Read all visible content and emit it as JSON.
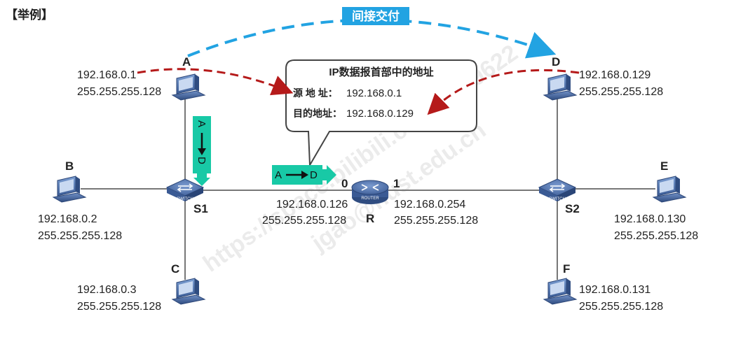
{
  "title": "【举例】",
  "indirect_label": "间接交付",
  "watermark": [
    "https://space.bilibili.com/3509622",
    "jgao@hust.edu.cn"
  ],
  "hosts": {
    "A": {
      "name": "A",
      "ip": "192.168.0.1",
      "mask": "255.255.255.128"
    },
    "B": {
      "name": "B",
      "ip": "192.168.0.2",
      "mask": "255.255.255.128"
    },
    "C": {
      "name": "C",
      "ip": "192.168.0.3",
      "mask": "255.255.255.128"
    },
    "D": {
      "name": "D",
      "ip": "192.168.0.129",
      "mask": "255.255.255.128"
    },
    "E": {
      "name": "E",
      "ip": "192.168.0.130",
      "mask": "255.255.255.128"
    },
    "F": {
      "name": "F",
      "ip": "192.168.0.131",
      "mask": "255.255.255.128"
    }
  },
  "switches": {
    "S1": "S1",
    "S2": "S2"
  },
  "switch_label": "SWITCH",
  "router": {
    "name": "R",
    "label": "ROUTER",
    "port0": {
      "num": "0",
      "ip": "192.168.0.126",
      "mask": "255.255.255.128"
    },
    "port1": {
      "num": "1",
      "ip": "192.168.0.254",
      "mask": "255.255.255.128"
    }
  },
  "header_box": {
    "title": "IP数据报首部中的地址",
    "src_label": "源 地 址：",
    "src_value": "192.168.0.1",
    "dst_label": "目的地址：",
    "dst_value": "192.168.0.129"
  },
  "flows": {
    "vertical": {
      "from": "A",
      "to": "D"
    },
    "horizontal": {
      "from": "A",
      "to": "D"
    }
  },
  "colors": {
    "blue_arrow": "#22a3e2",
    "red_arrow": "#b51a1a",
    "teal": "#18c9a6",
    "device_blue": "#4f73ad",
    "line": "#777777"
  }
}
